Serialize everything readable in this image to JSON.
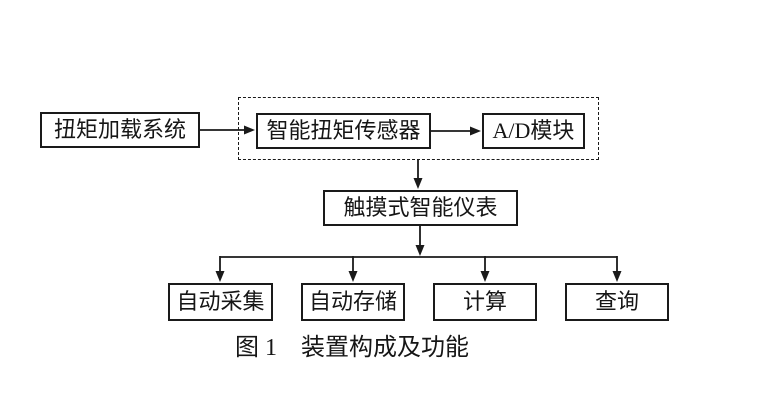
{
  "diagram": {
    "caption": "图 1　装置构成及功能",
    "nodes": {
      "torque_loading_system": "扭矩加载系统",
      "smart_torque_sensor": "智能扭矩传感器",
      "ad_module": "A/D模块",
      "touch_smart_instrument": "触摸式智能仪表",
      "auto_collect": "自动采集",
      "auto_store": "自动存储",
      "calculate": "计算",
      "query": "查询"
    },
    "colors": {
      "line": "#1a1a1a",
      "background": "#ffffff"
    }
  }
}
